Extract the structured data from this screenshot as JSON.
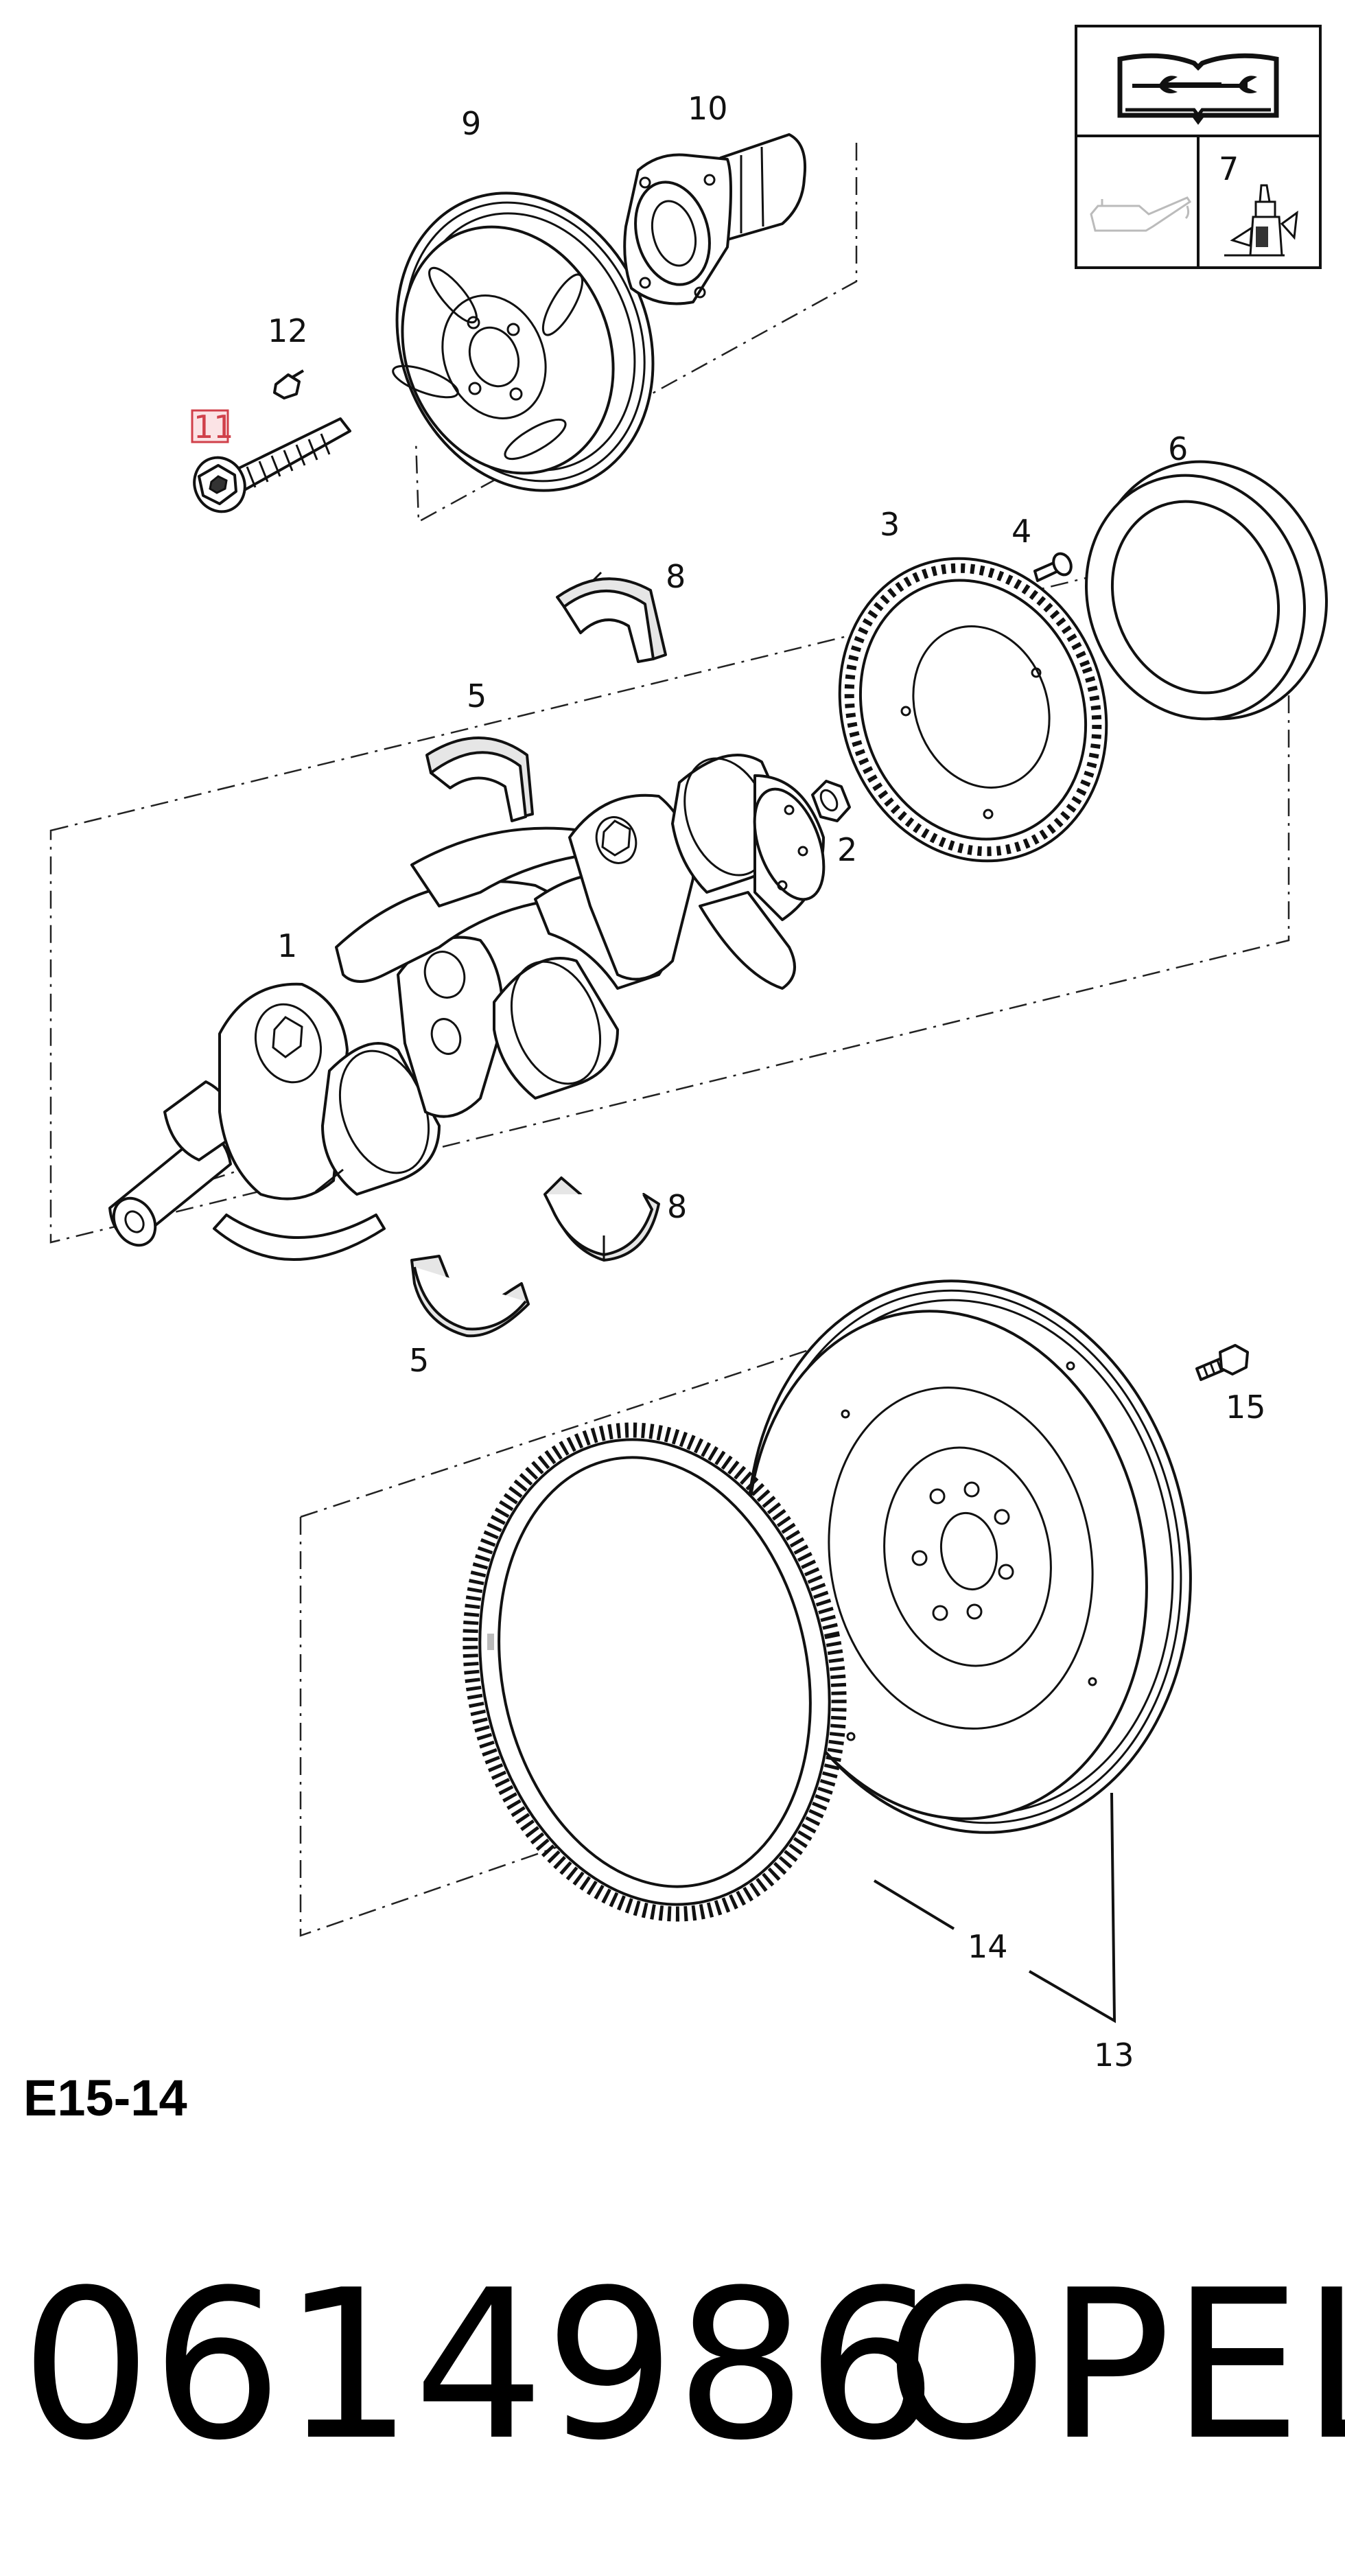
{
  "diagram": {
    "callouts": {
      "c1": "1",
      "c2": "2",
      "c3": "3",
      "c4": "4",
      "c5a": "5",
      "c5b": "5",
      "c6": "6",
      "c7": "7",
      "c8a": "8",
      "c8b": "8",
      "c9": "9",
      "c10": "10",
      "c11": "11",
      "c12": "12",
      "c13": "13",
      "c14": "14",
      "c15": "15"
    },
    "highlighted_callout": "11",
    "icons": [
      "repair-manual-icon",
      "oil-can-icon",
      "sealant-bottle-icon"
    ],
    "diagram_code": "E15-14"
  },
  "footer": {
    "part_number": "0614986",
    "brand": "OPEL"
  }
}
